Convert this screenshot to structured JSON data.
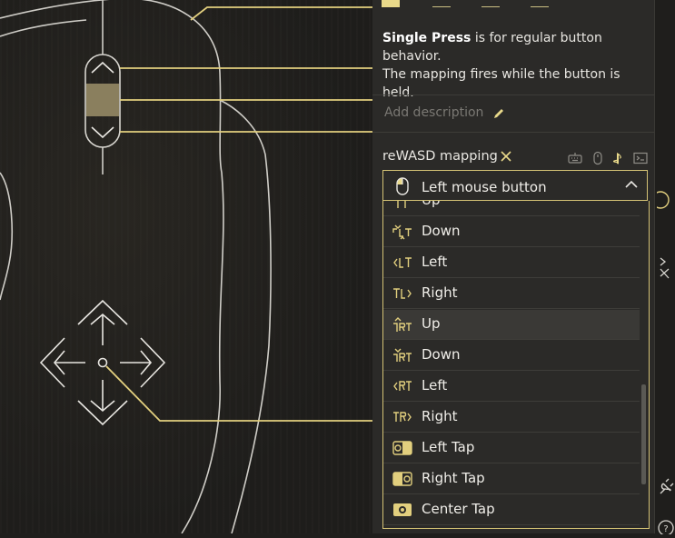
{
  "colors": {
    "accent": "#e9d98a",
    "panel": "#2b2a28",
    "canvas": "#1e1d1b",
    "line": "#e2cf7e"
  },
  "description": {
    "bold": "Single Press",
    "rest_line1": " is for regular button behavior.",
    "line2": "The mapping fires while the button is held."
  },
  "add_description": "Add description",
  "mapping": {
    "title": "reWASD mapping",
    "source_icons": [
      "keyboard-icon",
      "mouse-icon",
      "playstation-icon",
      "terminal-icon"
    ]
  },
  "dropdown": {
    "selected": "Left mouse button",
    "items": [
      {
        "label": "Up",
        "icon": "left-stick-up-icon"
      },
      {
        "label": "Down",
        "icon": "left-stick-down-icon"
      },
      {
        "label": "Left",
        "icon": "left-stick-left-icon"
      },
      {
        "label": "Right",
        "icon": "left-stick-right-icon"
      },
      {
        "label": "Up",
        "icon": "right-stick-up-icon",
        "highlighted": true
      },
      {
        "label": "Down",
        "icon": "right-stick-down-icon"
      },
      {
        "label": "Left",
        "icon": "right-stick-left-icon"
      },
      {
        "label": "Right",
        "icon": "right-stick-right-icon"
      },
      {
        "label": "Left Tap",
        "icon": "touchpad-left-tap-icon"
      },
      {
        "label": "Right Tap",
        "icon": "touchpad-right-tap-icon"
      },
      {
        "label": "Center Tap",
        "icon": "touchpad-center-tap-icon"
      }
    ]
  },
  "rail": {
    "help": "?"
  }
}
